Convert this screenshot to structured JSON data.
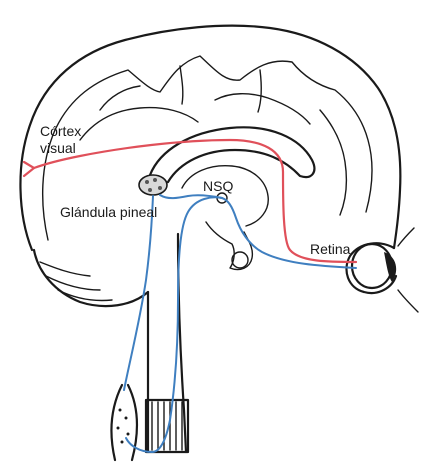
{
  "labels": {
    "cortex_line1": "Córtex",
    "cortex_line2": "visual",
    "pineal": "Glándula pineal",
    "nsq": "NSQ",
    "retina": "Retina"
  },
  "colors": {
    "red_pathway": "#e0505a",
    "blue_pathway": "#3f7fc0",
    "outline": "#1a1a1a"
  }
}
